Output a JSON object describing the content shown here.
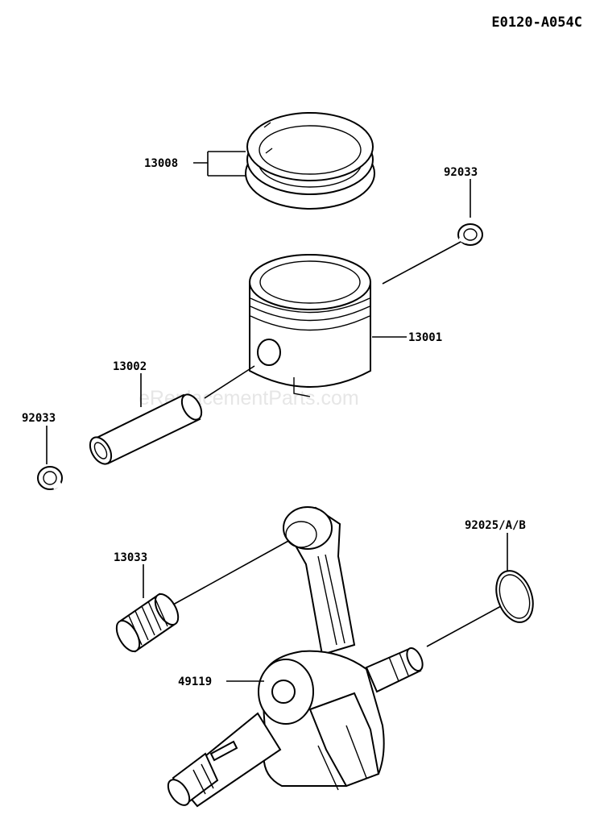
{
  "diagram_code": "E0120-A054C",
  "watermark": "eReplacementParts.com",
  "parts": [
    {
      "id": "rings",
      "number": "13008",
      "name": "piston-rings"
    },
    {
      "id": "clip-top",
      "number": "92033",
      "name": "circlip-top"
    },
    {
      "id": "piston",
      "number": "13001",
      "name": "piston"
    },
    {
      "id": "pin",
      "number": "13002",
      "name": "piston-pin"
    },
    {
      "id": "clip-left",
      "number": "92033",
      "name": "circlip-left"
    },
    {
      "id": "needle",
      "number": "13033",
      "name": "needle-bearing"
    },
    {
      "id": "shim",
      "number": "92025/A/B",
      "name": "shim-washer"
    },
    {
      "id": "crank",
      "number": "49119",
      "name": "crankshaft-assembly"
    }
  ]
}
